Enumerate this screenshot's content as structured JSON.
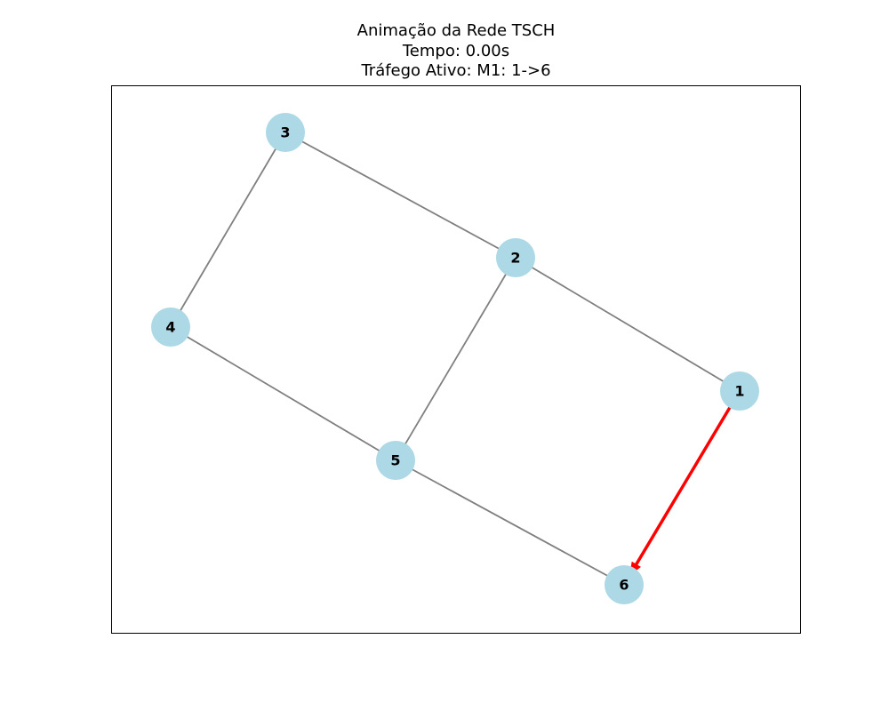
{
  "title": {
    "line1": "Animação da Rede TSCH",
    "line2": "Tempo: 0.00s",
    "line3": "Tráfego Ativo: M1: 1->6"
  },
  "colors": {
    "node_fill": "#add8e6",
    "edge": "#808080",
    "active_traffic": "#ff0000",
    "frame": "#000000"
  },
  "nodes": [
    {
      "id": "1",
      "label": "1"
    },
    {
      "id": "2",
      "label": "2"
    },
    {
      "id": "3",
      "label": "3"
    },
    {
      "id": "4",
      "label": "4"
    },
    {
      "id": "5",
      "label": "5"
    },
    {
      "id": "6",
      "label": "6"
    }
  ],
  "edges": [
    {
      "from": "3",
      "to": "2"
    },
    {
      "from": "3",
      "to": "4"
    },
    {
      "from": "2",
      "to": "1"
    },
    {
      "from": "2",
      "to": "5"
    },
    {
      "from": "4",
      "to": "5"
    },
    {
      "from": "5",
      "to": "6"
    }
  ],
  "active_traffic": [
    {
      "flow": "M1",
      "from": "1",
      "to": "6"
    }
  ]
}
